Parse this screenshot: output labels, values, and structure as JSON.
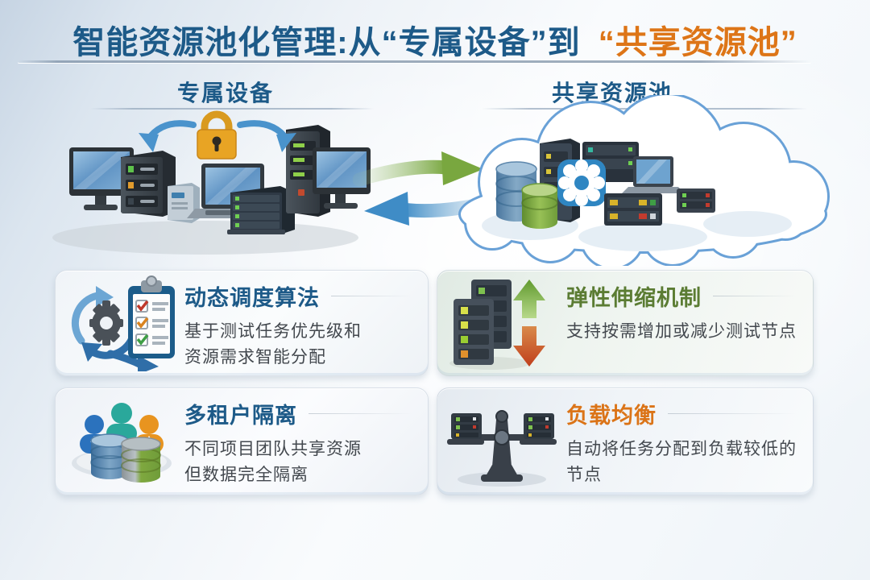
{
  "title": {
    "text_blue": "智能资源池化管理:从“专属设备”到",
    "text_orange": "“共享资源池”"
  },
  "sections": {
    "left_label": "专属设备",
    "right_label": "共享资源池"
  },
  "cards": [
    {
      "title": "动态调度算法",
      "title_color": "#1d5a88",
      "lines": [
        "基于测试任务优先级和",
        "资源需求智能分配"
      ],
      "icon": "gear-clipboard-icon"
    },
    {
      "title": "弹性伸缩机制",
      "title_color": "#5b7c33",
      "lines": [
        "支持按需增加或减少测试节点"
      ],
      "icon": "servers-up-down-arrows-icon"
    },
    {
      "title": "多租户隔离",
      "title_color": "#1d5a88",
      "lines": [
        "不同项目团队共享资源",
        "但数据完全隔离"
      ],
      "icon": "tenants-databases-icon"
    },
    {
      "title": "负载均衡",
      "title_color": "#db7418",
      "lines": [
        "自动将任务分配到负载较低的节点"
      ],
      "icon": "balance-scale-icon"
    }
  ],
  "colors": {
    "title_blue": "#1d5a88",
    "title_orange": "#dd7517",
    "body_text": "#43484e",
    "arrow_green": "#79a73f",
    "arrow_blue": "#3f8cc6",
    "lock_orange": "#e8a424",
    "cloud_outline": "#69a1d7"
  }
}
